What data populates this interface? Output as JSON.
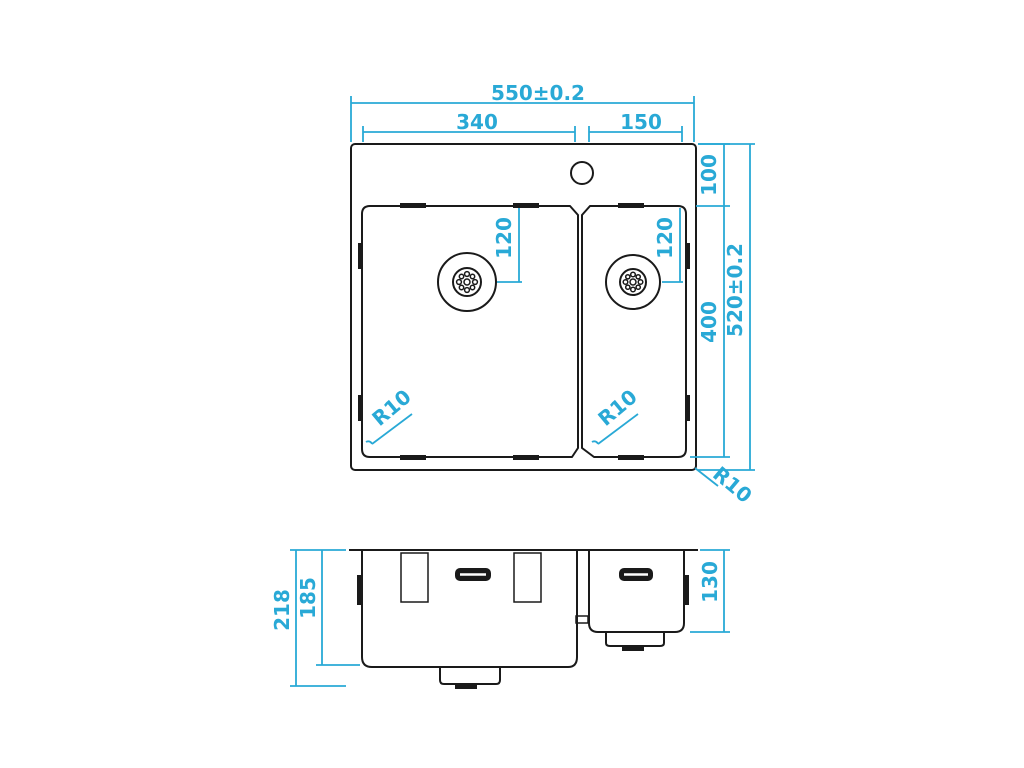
{
  "colors": {
    "outline": "#1a1a1a",
    "dimension": "#29a9d6",
    "background": "#ffffff"
  },
  "dimensions": {
    "overall_width": "550±0.2",
    "large_bowl_width": "340",
    "small_bowl_width": "150",
    "tap_offset": "100",
    "overall_depth": "520±0.2",
    "bowl_length": "400",
    "drain_offset_large": "120",
    "drain_offset_small": "120",
    "radius_large": "R10",
    "radius_small": "R10",
    "radius_outer": "R10",
    "total_height": "218",
    "large_bowl_height": "185",
    "small_bowl_height": "130"
  }
}
